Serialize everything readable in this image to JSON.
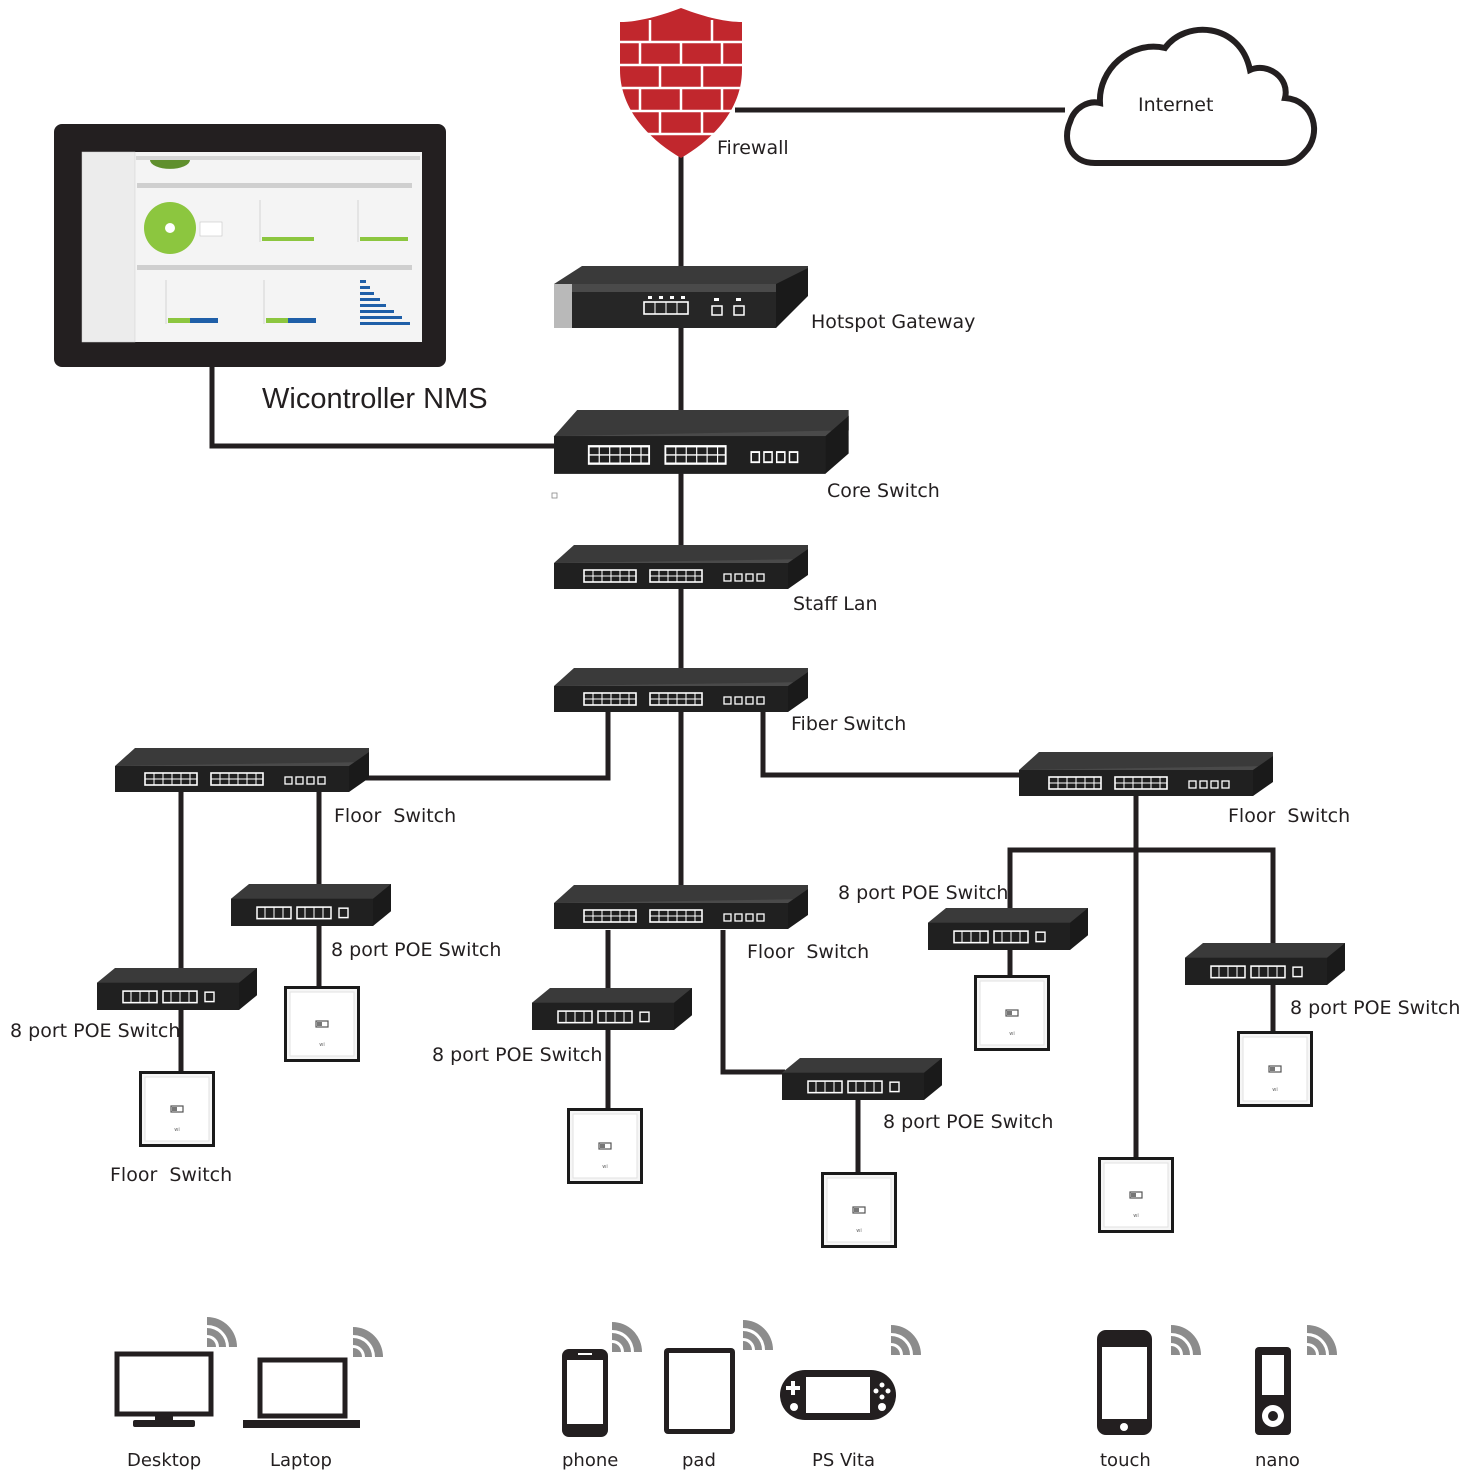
{
  "nodes": {
    "internet": "Internet",
    "firewall": "Firewall",
    "hotspot_gateway": "Hotspot Gateway",
    "nms": "Wicontroller NMS",
    "core_switch": "Core Switch",
    "staff_lan": "Staff Lan",
    "fiber_switch": "Fiber Switch",
    "floor_switch_left": "Floor  Switch",
    "floor_switch_center": "Floor  Switch",
    "floor_switch_right": "Floor  Switch",
    "floor_switch_bottom_left": "Floor  Switch",
    "poe_switch": "8 port POE Switch"
  },
  "devices": [
    "Desktop",
    "Laptop",
    "phone",
    "pad",
    "PS Vita",
    "touch",
    "nano"
  ],
  "colors": {
    "firewall_red": "#c1272d",
    "line": "#231f20",
    "switch_dark": "#2b2b2b",
    "screen_green": "#8cc63f",
    "screen_blue": "#1f5fa8",
    "wifi_gray": "#8c8c8c"
  },
  "icons": [
    "firewall-shield-icon",
    "cloud-icon",
    "switch-icon",
    "access-point-icon",
    "wifi-signal-icon",
    "desktop-icon",
    "laptop-icon",
    "phone-icon",
    "tablet-icon",
    "game-console-icon",
    "media-player-icon"
  ]
}
